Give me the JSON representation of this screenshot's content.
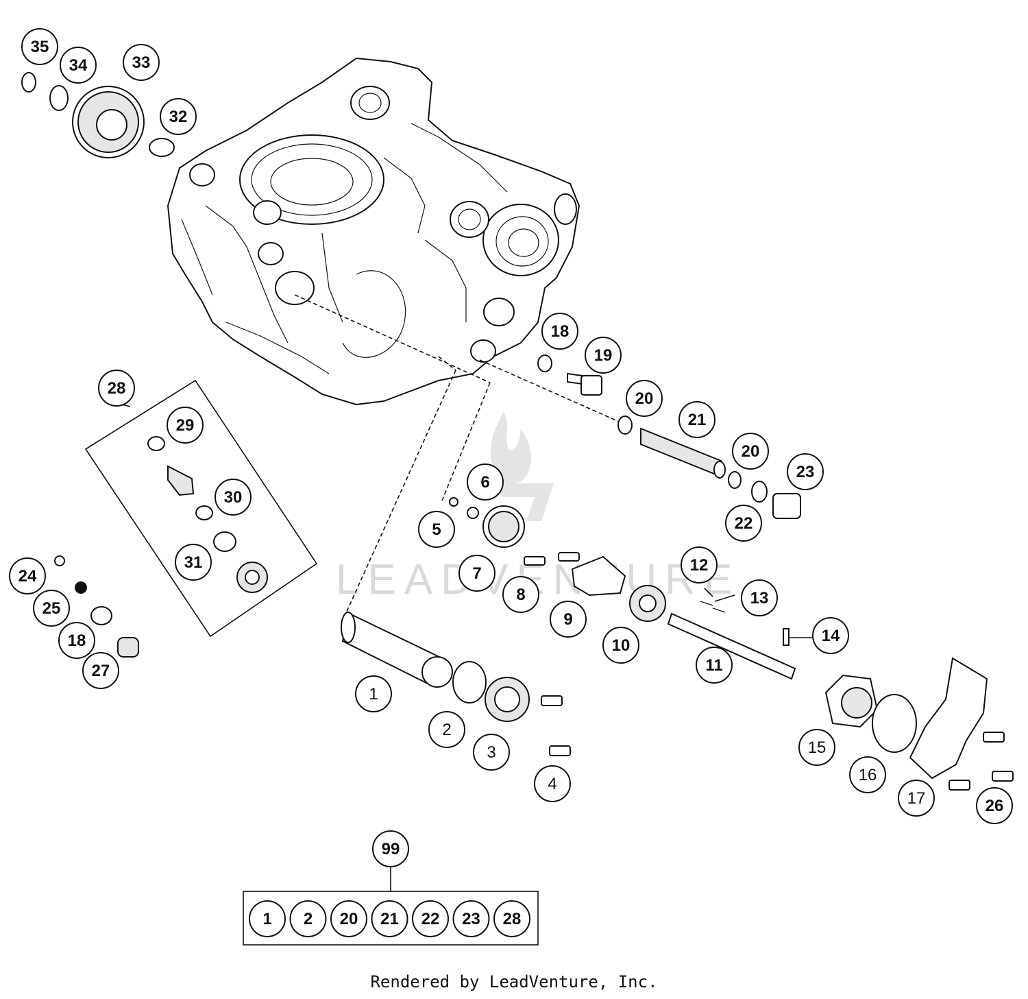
{
  "watermark": "LEADVENTURE",
  "footer": "Rendered by LeadVenture, Inc.",
  "callouts": [
    {
      "id": "c35",
      "label": "35"
    },
    {
      "id": "c34",
      "label": "34"
    },
    {
      "id": "c33",
      "label": "33"
    },
    {
      "id": "c32",
      "label": "32"
    },
    {
      "id": "c18a",
      "label": "18"
    },
    {
      "id": "c19",
      "label": "19"
    },
    {
      "id": "c20a",
      "label": "20"
    },
    {
      "id": "c21",
      "label": "21"
    },
    {
      "id": "c20b",
      "label": "20"
    },
    {
      "id": "c23",
      "label": "23"
    },
    {
      "id": "c22",
      "label": "22"
    },
    {
      "id": "c28",
      "label": "28"
    },
    {
      "id": "c29",
      "label": "29"
    },
    {
      "id": "c30",
      "label": "30"
    },
    {
      "id": "c31",
      "label": "31"
    },
    {
      "id": "c24",
      "label": "24"
    },
    {
      "id": "c25",
      "label": "25"
    },
    {
      "id": "c18b",
      "label": "18"
    },
    {
      "id": "c27",
      "label": "27"
    },
    {
      "id": "c6",
      "label": "6"
    },
    {
      "id": "c5",
      "label": "5"
    },
    {
      "id": "c7",
      "label": "7"
    },
    {
      "id": "c8",
      "label": "8"
    },
    {
      "id": "c9",
      "label": "9"
    },
    {
      "id": "c10",
      "label": "10"
    },
    {
      "id": "c12",
      "label": "12"
    },
    {
      "id": "c13",
      "label": "13"
    },
    {
      "id": "c14",
      "label": "14"
    },
    {
      "id": "c11",
      "label": "11"
    },
    {
      "id": "c1",
      "label": "1"
    },
    {
      "id": "c2",
      "label": "2"
    },
    {
      "id": "c3",
      "label": "3"
    },
    {
      "id": "c4",
      "label": "4"
    },
    {
      "id": "c15",
      "label": "15"
    },
    {
      "id": "c16",
      "label": "16"
    },
    {
      "id": "c17",
      "label": "17"
    },
    {
      "id": "c26",
      "label": "26"
    },
    {
      "id": "c99",
      "label": "99"
    }
  ],
  "kit_99": [
    "1",
    "2",
    "20",
    "21",
    "22",
    "23",
    "28"
  ]
}
